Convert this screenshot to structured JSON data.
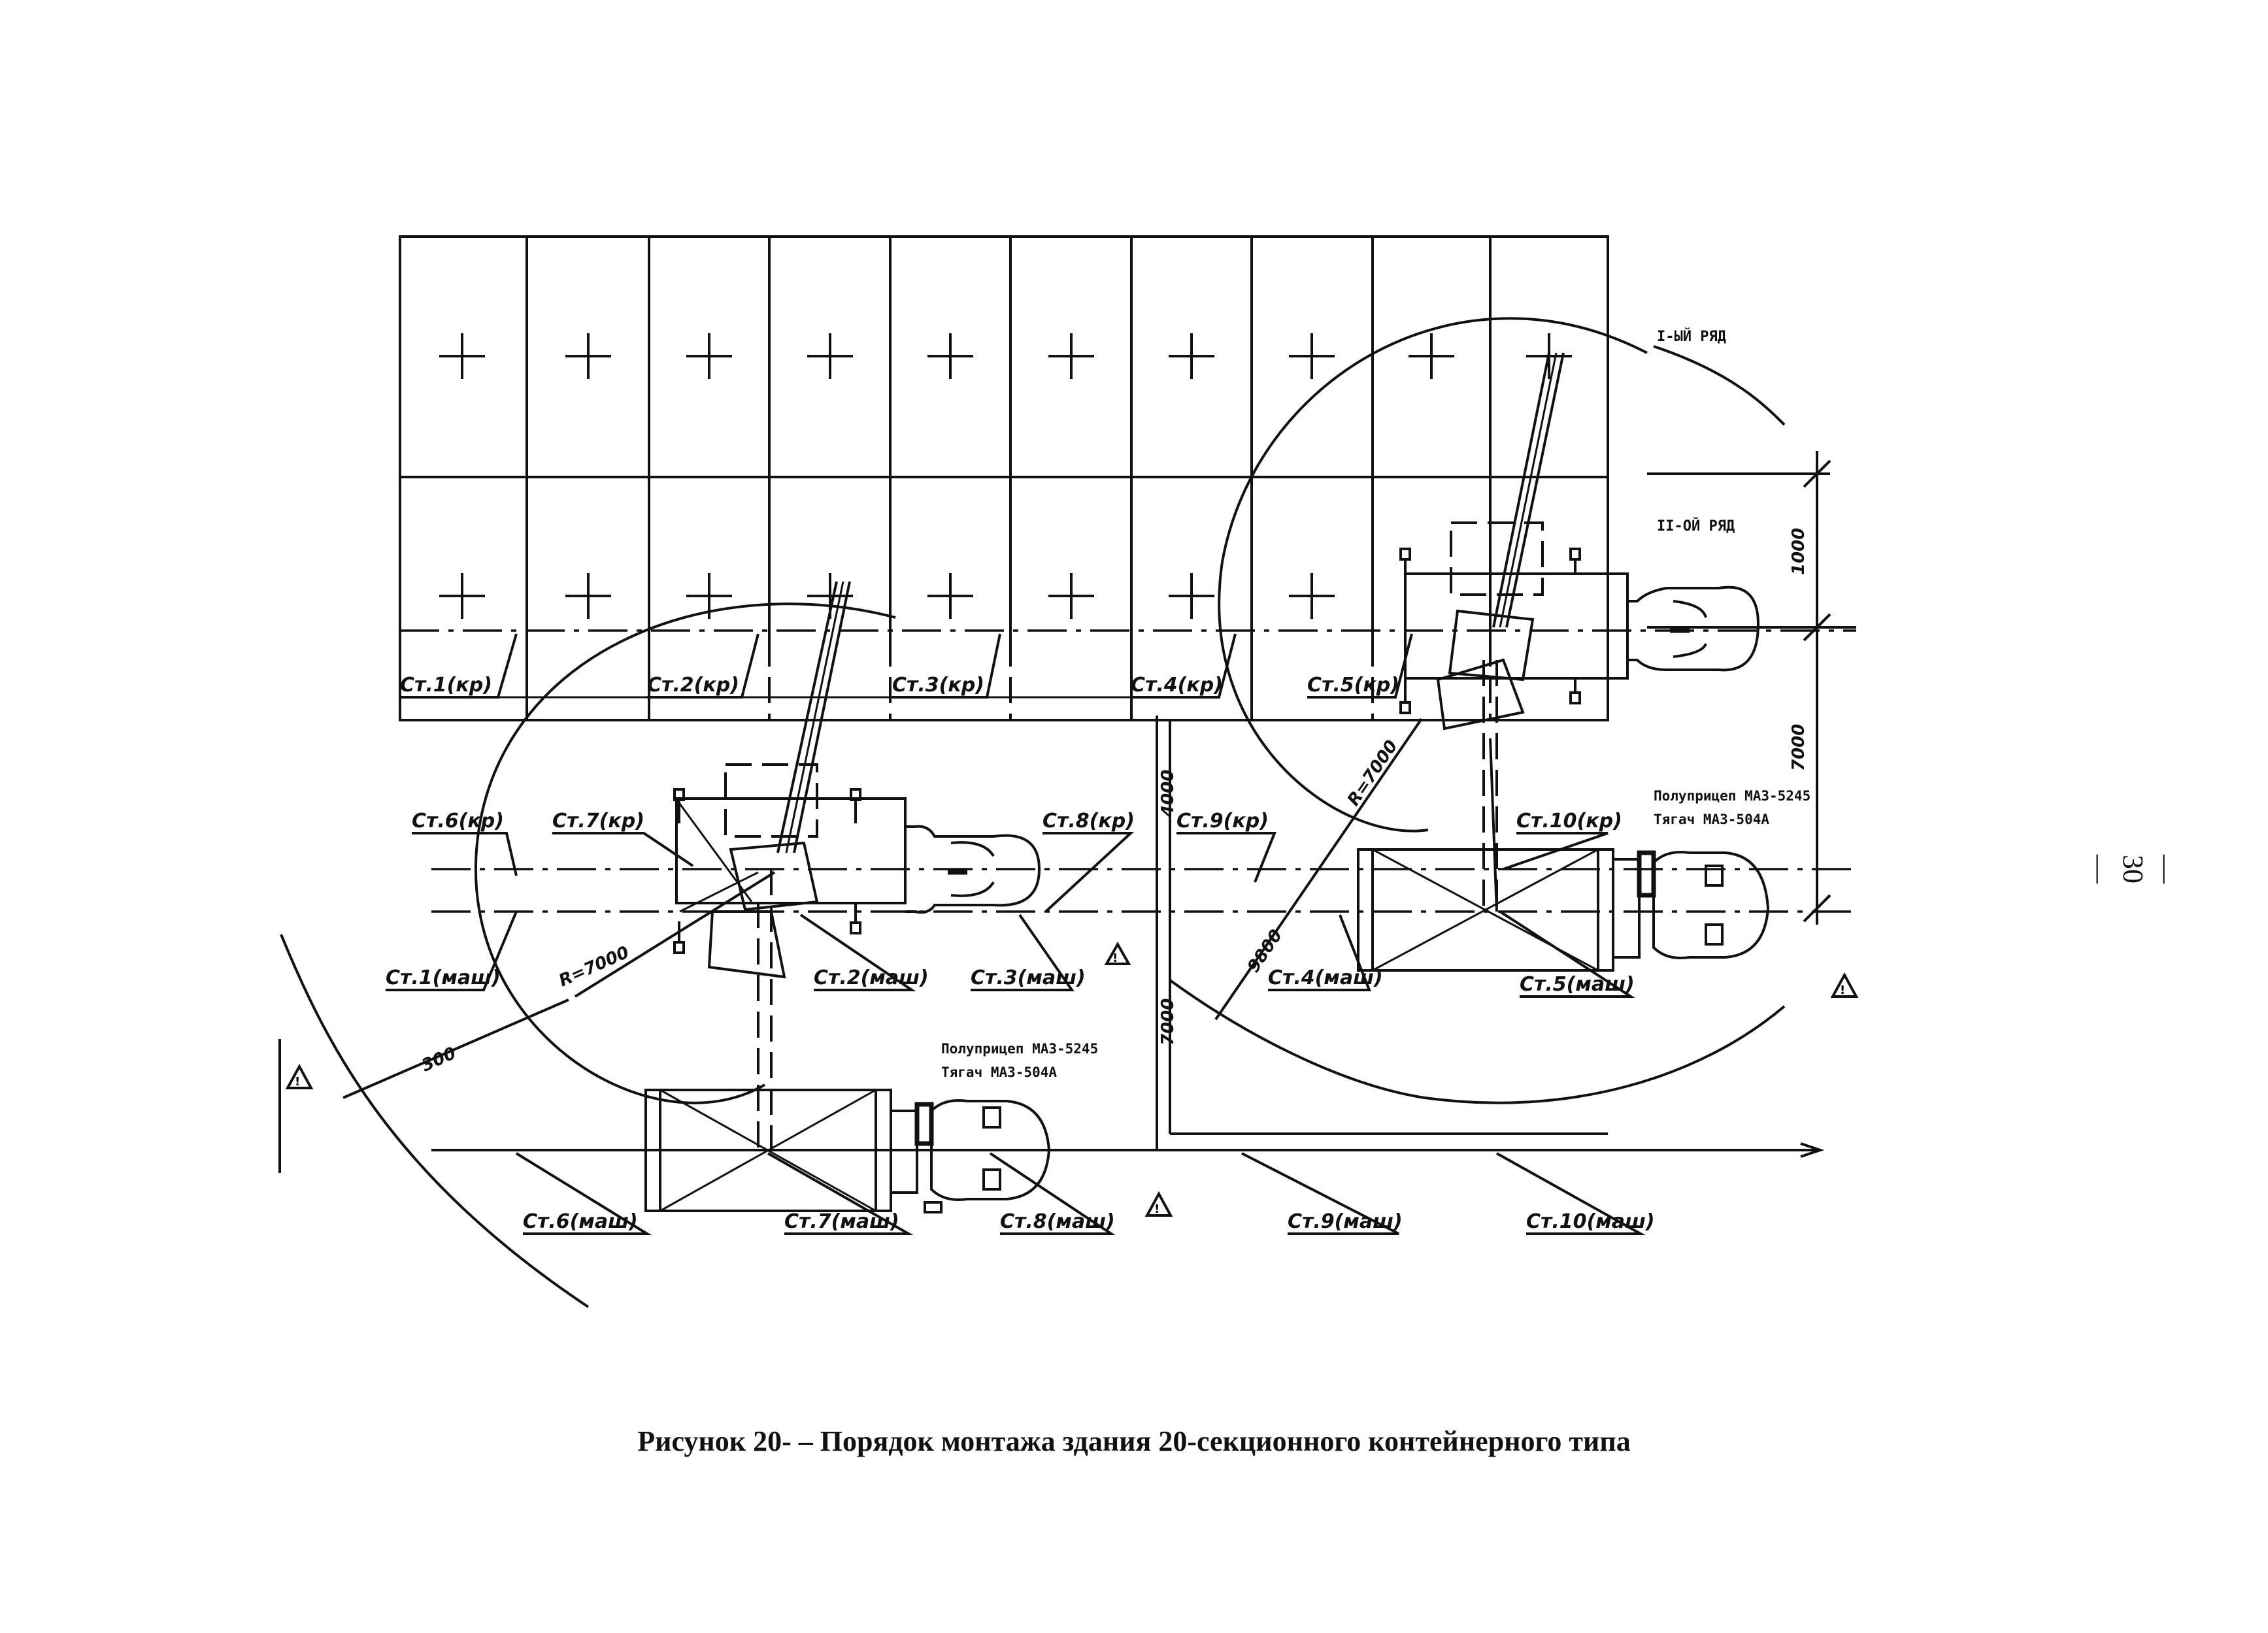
{
  "rows": {
    "row1": "I-ЫЙ РЯД",
    "row2": "II-ОЙ РЯД"
  },
  "stations": {
    "st1_kr": "Ст.1(кр)",
    "st2_kr": "Ст.2(кр)",
    "st3_kr": "Ст.3(кр)",
    "st4_kr": "Ст.4(кр)",
    "st5_kr": "Ст.5(кр)",
    "st6_kr": "Ст.6(кр)",
    "st7_kr": "Ст.7(кр)",
    "st8_kr": "Ст.8(кр)",
    "st9_kr": "Ст.9(кр)",
    "st10_kr": "Ст.10(кр)",
    "st1_mash": "Ст.1(маш)",
    "st2_mash": "Ст.2(маш)",
    "st3_mash": "Ст.3(маш)",
    "st4_mash": "Ст.4(маш)",
    "st5_mash": "Ст.5(маш)",
    "st6_mash": "Ст.6(маш)",
    "st7_mash": "Ст.7(маш)",
    "st8_mash": "Ст.8(маш)",
    "st9_mash": "Ст.9(маш)",
    "st10_mash": "Ст.10(маш)"
  },
  "dimensions": {
    "d1000": "1000",
    "d7000": "7000",
    "d4000": "4000",
    "r7000_a": "R=7000",
    "r7000_b": "R=7000",
    "d9800": "9800",
    "d300": "300"
  },
  "vehicles": {
    "left_trailer": "Полуприцеп МАЗ-5245",
    "left_tractor": "Тягач МАЗ-504А",
    "right_trailer": "Полуприцеп МАЗ-5245",
    "right_tractor": "Тягач МАЗ-504А"
  },
  "caption": "Рисунок 20- – Порядок монтажа здания  20-секционного  контейнерного типа",
  "page_number": "— 30 —"
}
